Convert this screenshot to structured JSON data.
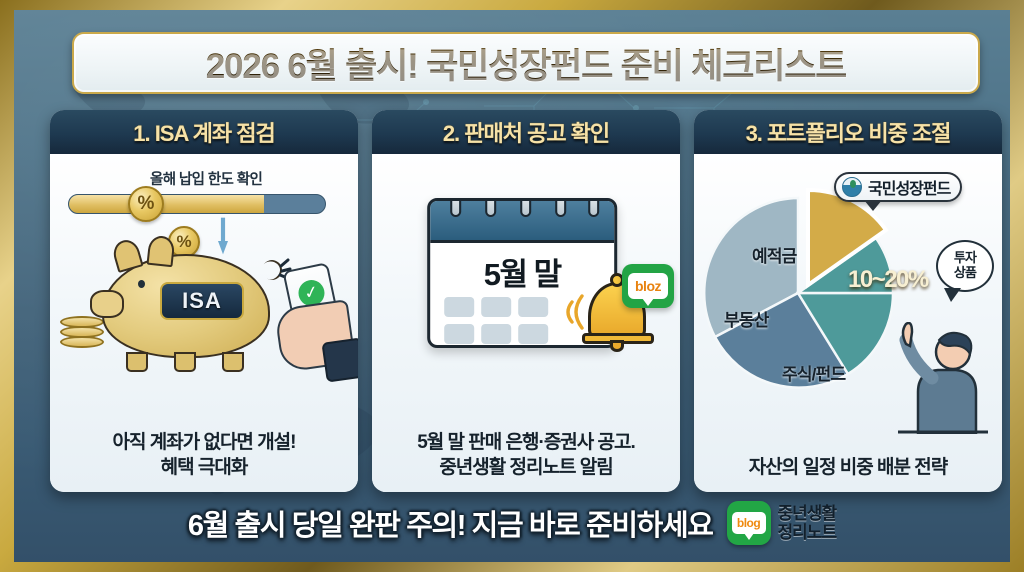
{
  "header": {
    "title": "2026 6월 출시! 국민성장펀드 준비 체크리스트"
  },
  "cards": [
    {
      "heading": "1. ISA 계좌 점검",
      "note": "올해 납입 한도 확인",
      "badge_label": "ISA",
      "coin_symbol": "%",
      "caption_line1": "아직 계좌가 없다면 개설!",
      "caption_line2": "혜택 극대화",
      "progress_percent": 76
    },
    {
      "heading": "2. 판매처 공고 확인",
      "calendar_month": "5월 말",
      "bloz_label": "bloz",
      "caption_line1": "5월 말 판매 은행·증권사 공고.",
      "caption_line2": "중년생활 정리노트 알림"
    },
    {
      "heading": "3. 포트폴리오 비중 조절",
      "fund_badge": "국민성장펀드",
      "fund_percent": "10~20%",
      "speech_line1": "투자",
      "speech_line2": "상품",
      "caption_line1": "자산의 일정 비중 배분 전략",
      "caption_line2": ""
    }
  ],
  "chart_data": {
    "type": "pie",
    "title": "포트폴리오 비중 조절",
    "categories": [
      "예적금",
      "국민성장펀드",
      "주식/펀드",
      "부동산"
    ],
    "values": [
      30,
      15,
      30,
      25
    ],
    "labels": [
      "예적금",
      "10~20%",
      "주식/펀드",
      "부동산"
    ],
    "colors": [
      "#9fb7c4",
      "#d3ab48",
      "#4e9a9a",
      "#5b7f9b"
    ],
    "exploded_slice": "국민성장펀드",
    "annotations": [
      "국민성장펀드",
      "투자 상품"
    ],
    "legend": "none",
    "grid": false
  },
  "footer": {
    "message": "6월 출시 당일 완판 주의! 지금 바로 준비하세요",
    "blog_mark": "blog",
    "blog_name_line1": "중년생활",
    "blog_name_line2": "정리노트"
  }
}
